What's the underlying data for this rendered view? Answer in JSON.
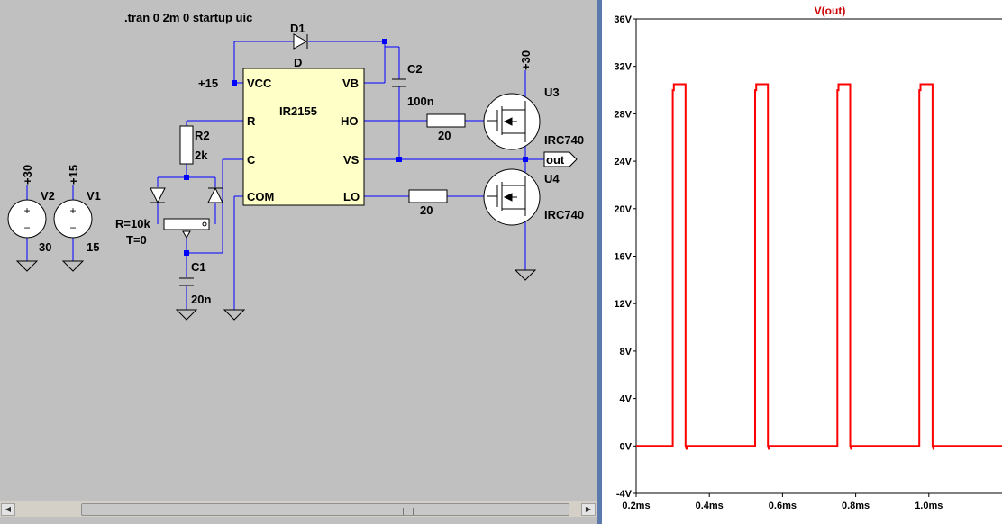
{
  "schematic": {
    "directive": ".tran 0 2m 0 startup uic",
    "ic": {
      "name": "IR2155",
      "pins": {
        "vcc": "VCC",
        "r": "R",
        "c": "C",
        "com": "COM",
        "vb": "VB",
        "ho": "HO",
        "vs": "VS",
        "lo": "LO"
      }
    },
    "net_vcc": "+15",
    "d1": {
      "ref": "D1",
      "value": "D"
    },
    "c2": {
      "ref": "C2",
      "value": "100n"
    },
    "r2": {
      "ref": "R2",
      "value": "2k"
    },
    "pot": {
      "value": "R=10k",
      "param": "T=0"
    },
    "c1": {
      "ref": "C1",
      "value": "20n"
    },
    "r_ho": "20",
    "r_lo": "20",
    "u3": {
      "ref": "U3",
      "value": "IRC740",
      "supply": "+30"
    },
    "u4": {
      "ref": "U4",
      "value": "IRC740"
    },
    "out_label": "out",
    "v2": {
      "ref": "V2",
      "value": "30",
      "net": "+30"
    },
    "v1": {
      "ref": "V1",
      "value": "15",
      "net": "+15"
    }
  },
  "colors": {
    "wire": "#0000ff",
    "trace": "#ff0000",
    "bg": "#c0c0c0",
    "title": "#cc0000",
    "grid": "#000000"
  },
  "chart_data": {
    "type": "line",
    "title": "V(out)",
    "xlabel": "",
    "ylabel": "",
    "xlim": [
      0.2,
      1.2
    ],
    "ylim": [
      -4,
      36
    ],
    "x_ticks": [
      "0.2ms",
      "0.4ms",
      "0.6ms",
      "0.8ms",
      "1.0ms"
    ],
    "x_tick_values": [
      0.2,
      0.4,
      0.6,
      0.8,
      1.0
    ],
    "y_ticks": [
      "-4V",
      "0V",
      "4V",
      "8V",
      "12V",
      "16V",
      "20V",
      "24V",
      "28V",
      "32V",
      "36V"
    ],
    "y_tick_values": [
      -4,
      0,
      4,
      8,
      12,
      16,
      20,
      24,
      28,
      32,
      36
    ],
    "series": [
      {
        "name": "V(out)",
        "color": "#ff0000",
        "x": [
          0.2,
          0.3,
          0.3,
          0.303,
          0.303,
          0.335,
          0.335,
          0.338,
          0.338,
          0.525,
          0.525,
          0.528,
          0.528,
          0.56,
          0.56,
          0.563,
          0.563,
          0.75,
          0.75,
          0.753,
          0.753,
          0.785,
          0.785,
          0.788,
          0.788,
          0.974,
          0.974,
          0.977,
          0.977,
          1.01,
          1.01,
          1.013,
          1.013,
          1.2
        ],
        "y": [
          0,
          0,
          30,
          30,
          30.5,
          30.5,
          0,
          -0.3,
          0,
          0,
          30,
          30,
          30.5,
          30.5,
          0,
          -0.3,
          0,
          0,
          30,
          30,
          30.5,
          30.5,
          0,
          -0.3,
          0,
          0,
          30,
          30,
          30.5,
          30.5,
          0,
          -0.3,
          0,
          0
        ]
      }
    ]
  }
}
